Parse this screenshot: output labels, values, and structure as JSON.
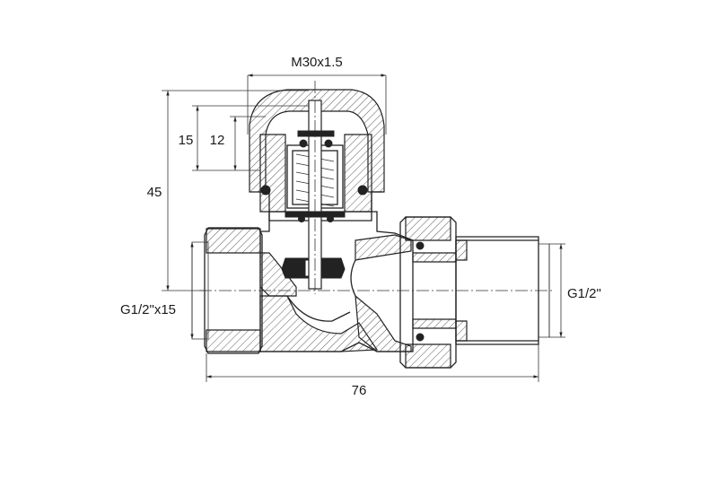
{
  "dimensions": {
    "top_thread": "M30x1.5",
    "height_15": "15",
    "height_12": "12",
    "height_45": "45",
    "left_thread": "G1/2\"x15",
    "right_thread": "G1/2\"",
    "length": "76"
  }
}
